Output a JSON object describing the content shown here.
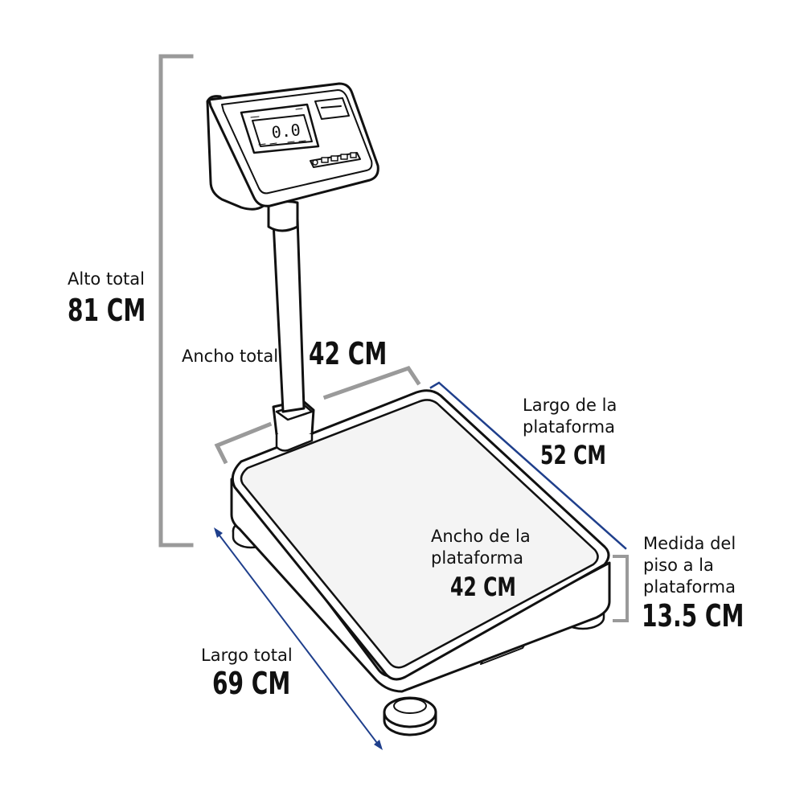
{
  "colors": {
    "gray_dimension": "#9a9a9a",
    "blue_dimension": "#1f3f8c",
    "outline": "#111111",
    "fill": "#ffffff",
    "platform_top": "#f4f4f4"
  },
  "display": {
    "reading": "0.0"
  },
  "dimensions": {
    "alto_total": {
      "label": "Alto total",
      "value": "81 CM"
    },
    "ancho_total": {
      "label": "Ancho total",
      "value": "42 CM"
    },
    "largo_plataforma": {
      "label_line1": "Largo de la",
      "label_line2": "plataforma",
      "value": "52 CM"
    },
    "ancho_plataforma": {
      "label_line1": "Ancho de la",
      "label_line2": "plataforma",
      "value": "42 CM"
    },
    "piso_plataforma": {
      "label_line1": "Medida del",
      "label_line2": "piso a la",
      "label_line3": "plataforma",
      "value": "13.5 CM"
    },
    "largo_total": {
      "label": "Largo total",
      "value": "69 CM"
    }
  }
}
